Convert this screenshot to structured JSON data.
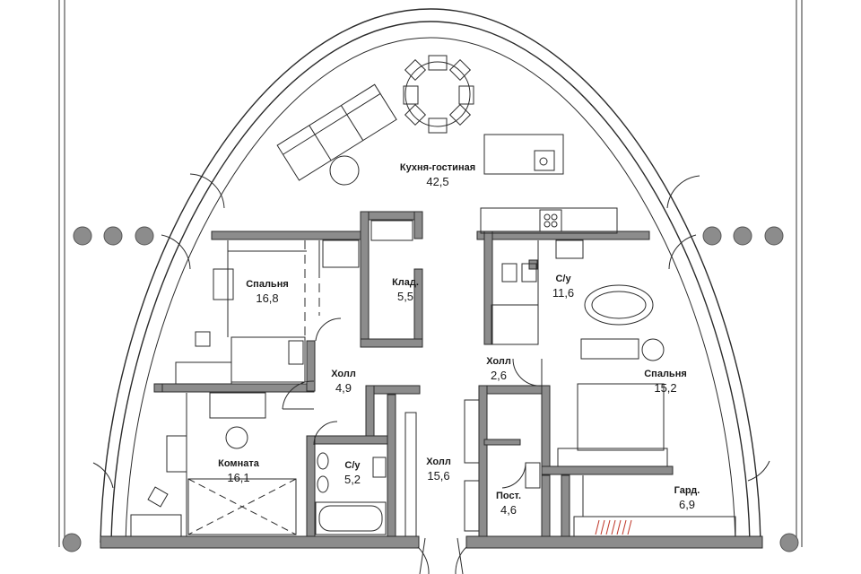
{
  "plan": {
    "rooms": [
      {
        "id": "kitchen-living",
        "name": "Кухня-гостиная",
        "area": "42,5"
      },
      {
        "id": "bedroom-left",
        "name": "Спальня",
        "area": "16,8"
      },
      {
        "id": "storage",
        "name": "Клад.",
        "area": "5,5"
      },
      {
        "id": "bathroom-right",
        "name": "С/у",
        "area": "11,6"
      },
      {
        "id": "hall-small",
        "name": "Холл",
        "area": "4,9"
      },
      {
        "id": "hall-right",
        "name": "Холл",
        "area": "2,6"
      },
      {
        "id": "bedroom-right",
        "name": "Спальня",
        "area": "15,2"
      },
      {
        "id": "room",
        "name": "Комната",
        "area": "16,1"
      },
      {
        "id": "bathroom-small",
        "name": "С/у",
        "area": "5,2"
      },
      {
        "id": "hall-main",
        "name": "Холл",
        "area": "15,6"
      },
      {
        "id": "pantry",
        "name": "Пост.",
        "area": "4,6"
      },
      {
        "id": "wardrobe",
        "name": "Гард.",
        "area": "6,9"
      }
    ]
  },
  "colors": {
    "wall": "#8c8c8c",
    "line": "#2b2b2b",
    "column": "#8c8c8c"
  }
}
